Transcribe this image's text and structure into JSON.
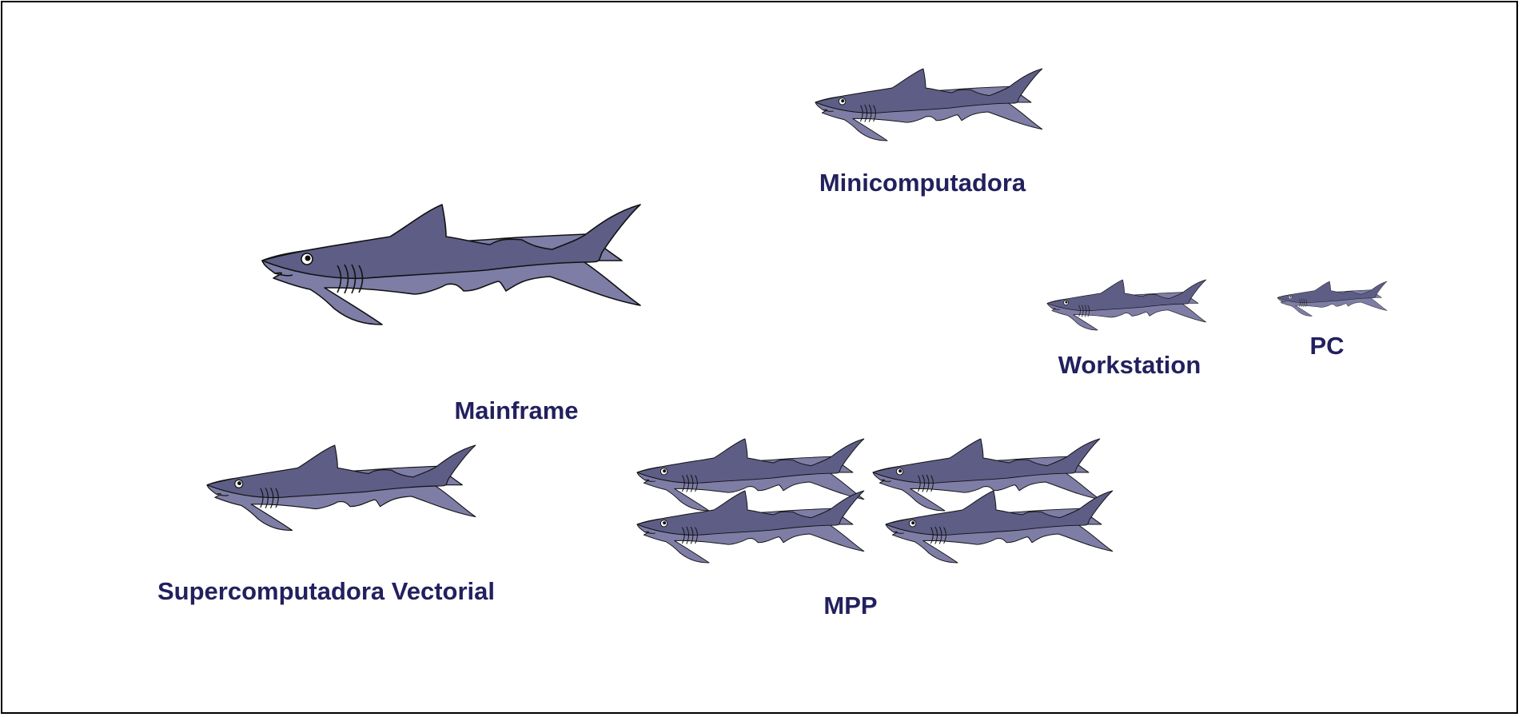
{
  "labels": {
    "minicomputer": "Minicomputadora",
    "mainframe": "Mainframe",
    "workstation": "Workstation",
    "pc": "PC",
    "vector_supercomputer": "Supercomputadora Vectorial",
    "mpp": "MPP"
  },
  "colors": {
    "label_text": "#22205e",
    "shark_back": "#5d5d86",
    "shark_belly": "#7d7da6",
    "outline": "#111111",
    "border": "#000000",
    "background": "#ffffff"
  },
  "icons": {
    "shark": "shark-icon"
  }
}
